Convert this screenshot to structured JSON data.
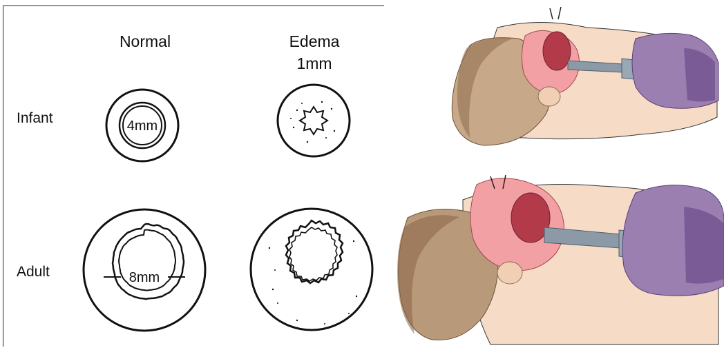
{
  "columns": {
    "normal": "Normal",
    "edema_line1": "Edema",
    "edema_line2": "1mm"
  },
  "rows": {
    "infant": "Infant",
    "adult": "Adult"
  },
  "diameters": {
    "infant": "4mm",
    "adult": "8mm"
  },
  "colors": {
    "skin": "#f6dcc6",
    "hair": "#b89a7a",
    "hair_dark": "#8a6547",
    "mouth": "#f2a0a4",
    "tongue": "#b23a49",
    "lung": "#9b7fb1",
    "lung_dark": "#6e4c8a",
    "tube": "#8c9aa8",
    "ink": "#111111"
  }
}
